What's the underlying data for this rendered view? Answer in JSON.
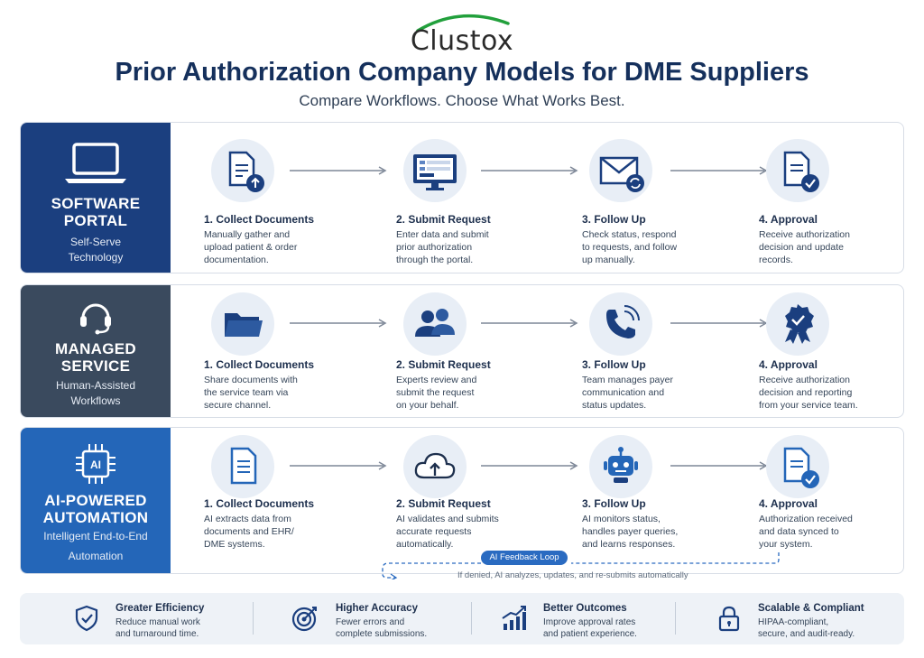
{
  "logo": {
    "text": "Clustox"
  },
  "header": {
    "title": "Prior Authorization Company Models for DME Suppliers",
    "subtitle": "Compare Workflows. Choose What Works Best."
  },
  "models": [
    {
      "name_line1": "SOFTWARE",
      "name_line2": "PORTAL",
      "desc_line1": "Self-Serve",
      "desc_line2": "Technology",
      "icon": "laptop-icon",
      "steps": [
        {
          "title": "1. Collect Documents",
          "lines": [
            "Manually gather and",
            "upload patient & order",
            "documentation."
          ],
          "icon": "document-upload-icon"
        },
        {
          "title": "2. Submit Request",
          "lines": [
            "Enter data and submit",
            "prior authorization",
            "through the portal."
          ],
          "icon": "monitor-form-icon"
        },
        {
          "title": "3. Follow Up",
          "lines": [
            "Check status, respond",
            "to requests, and follow",
            "up manually."
          ],
          "icon": "envelope-refresh-icon"
        },
        {
          "title": "4. Approval",
          "lines": [
            "Receive authorization",
            "decision and update",
            "records."
          ],
          "icon": "document-check-icon"
        }
      ]
    },
    {
      "name_line1": "MANAGED",
      "name_line2": "SERVICE",
      "desc_line1": "Human-Assisted",
      "desc_line2": "Workflows",
      "icon": "headset-icon",
      "steps": [
        {
          "title": "1. Collect Documents",
          "lines": [
            "Share documents with",
            "the service team via",
            "secure channel."
          ],
          "icon": "folder-icon"
        },
        {
          "title": "2. Submit Request",
          "lines": [
            "Experts review and",
            "submit the request",
            "on your behalf."
          ],
          "icon": "people-icon"
        },
        {
          "title": "3. Follow Up",
          "lines": [
            "Team manages payer",
            "communication and",
            "status updates."
          ],
          "icon": "phone-icon"
        },
        {
          "title": "4. Approval",
          "lines": [
            "Receive authorization",
            "decision and reporting",
            "from your service team."
          ],
          "icon": "badge-check-icon"
        }
      ]
    },
    {
      "name_line1": "AI-POWERED",
      "name_line2": "AUTOMATION",
      "desc_line1": "Intelligent End-to-End",
      "desc_line2": "Automation",
      "icon": "ai-chip-icon",
      "steps": [
        {
          "title": "1. Collect Documents",
          "lines": [
            "AI extracts data from",
            "documents and EHR/",
            "DME systems."
          ],
          "icon": "document-icon"
        },
        {
          "title": "2. Submit Request",
          "lines": [
            "AI validates and submits",
            "accurate requests",
            "automatically."
          ],
          "icon": "cloud-upload-icon"
        },
        {
          "title": "3. Follow Up",
          "lines": [
            "AI monitors status,",
            "handles payer queries,",
            "and learns responses."
          ],
          "icon": "robot-icon"
        },
        {
          "title": "4. Approval",
          "lines": [
            "Authorization received",
            "and data synced to",
            "your system."
          ],
          "icon": "document-check-icon"
        }
      ]
    }
  ],
  "feedback": {
    "label": "AI Feedback Loop",
    "text": "If denied, AI analyzes, updates, and re-submits automatically"
  },
  "benefits": [
    {
      "title": "Greater Efficiency",
      "line1": "Reduce manual work",
      "line2": "and turnaround time.",
      "icon": "shield-check-icon"
    },
    {
      "title": "Higher Accuracy",
      "line1": "Fewer errors and",
      "line2": "complete submissions.",
      "icon": "target-icon"
    },
    {
      "title": "Better Outcomes",
      "line1": "Improve approval rates",
      "line2": "and patient experience.",
      "icon": "growth-chart-icon"
    },
    {
      "title": "Scalable & Compliant",
      "line1": "HIPAA-compliant,",
      "line2": "secure, and audit-ready.",
      "icon": "lock-icon"
    }
  ],
  "colors": {
    "navy": "#15305c",
    "software_portal": "#1b3f7f",
    "managed_service": "#3a4a5e",
    "ai_automation": "#2466b8",
    "icon_circle": "#e8eef6",
    "logo_green": "#22a03c"
  }
}
